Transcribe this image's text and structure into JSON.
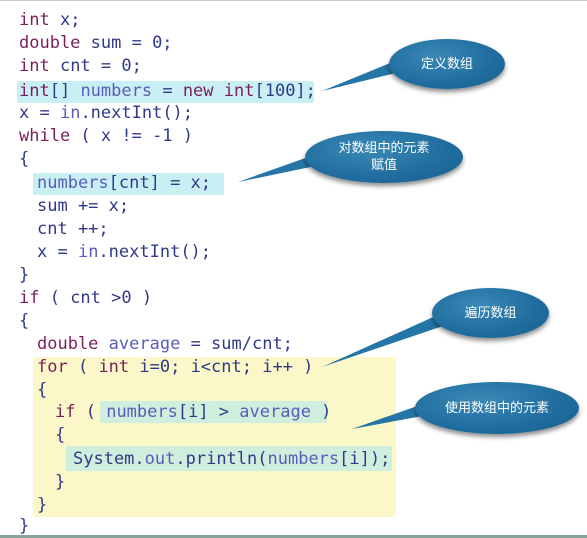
{
  "colors": {
    "keyword": "#7a1f5b",
    "identifier": "#5a5db8",
    "plain": "#2e3a86",
    "highlight_cyan": "#c8f0f4",
    "highlight_yellow": "#fbf7c8",
    "highlight_green": "#cfeedd",
    "callout_blue": "#1f6c9e"
  },
  "code": {
    "l1": {
      "a": "int",
      "b": " x;"
    },
    "l2": {
      "a": "double",
      "b": " sum = 0;"
    },
    "l3": {
      "a": "int",
      "b": " cnt = 0;"
    },
    "l4": {
      "a": "int",
      "b": "[] ",
      "c": "numbers",
      "d": " = ",
      "e": "new",
      "f": " ",
      "g": "int",
      "h": "[100];"
    },
    "l5": {
      "a": "x = ",
      "b": "in",
      "c": ".nextInt();"
    },
    "l6": {
      "a": "while",
      "b": " ( x != -1 )"
    },
    "l7": {
      "a": "{"
    },
    "l8": {
      "a": "numbers",
      "b": "[cnt] = x;"
    },
    "l9": {
      "a": "sum += x;"
    },
    "l10": {
      "a": "cnt ++;"
    },
    "l11": {
      "a": "x = ",
      "b": "in",
      "c": ".nextInt();"
    },
    "l12": {
      "a": "}"
    },
    "l13": {
      "a": "if",
      "b": " ( cnt >0 )"
    },
    "l14": {
      "a": "{"
    },
    "l15": {
      "a": "double",
      "b": " ",
      "c": "average",
      "d": " = sum/cnt;"
    },
    "l16": {
      "a": "for",
      "b": " ( ",
      "c": "int",
      "d": " i=0; i<cnt; i++ )"
    },
    "l17": {
      "a": "{"
    },
    "l18": {
      "a": "if",
      "b": " ( ",
      "c": "numbers",
      "d": "[i] > ",
      "e": "average",
      "f": " )"
    },
    "l19": {
      "a": "{"
    },
    "l20": {
      "a": "System.",
      "b": "out",
      "c": ".println(",
      "d": "numbers",
      "e": "[i]);"
    },
    "l21": {
      "a": "}"
    },
    "l22": {
      "a": "}"
    },
    "l23": {
      "a": "}"
    }
  },
  "callouts": {
    "define": "定义数组",
    "assign_line1": "对数组中的元素",
    "assign_line2": "赋值",
    "traverse": "遍历数组",
    "use": "使用数组中的元素"
  }
}
